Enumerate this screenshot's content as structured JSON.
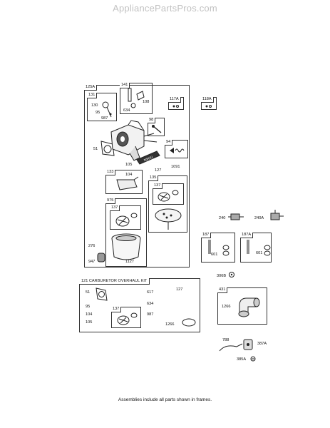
{
  "site": {
    "watermark": "AppliancePartsPros.com"
  },
  "footer": {
    "note": "Assemblies include all parts shown in frames."
  },
  "kit": {
    "title": "121 CARBURETOR OVERHAUL KIT"
  },
  "frames": {
    "f125A": "125A",
    "f131": "131",
    "f141": "141",
    "f117A": "117A",
    "f118A": "118A",
    "f98": "98",
    "f94": "94",
    "f133": "133",
    "f135": "135",
    "f137a": "137",
    "f975": "975",
    "f137b": "137",
    "f187": "187",
    "f187A": "187A",
    "f137c": "137",
    "f431": "431"
  },
  "labels": {
    "l130": "130",
    "l95a": "95",
    "l987a": "987",
    "l634a": "634",
    "l108": "108",
    "l51a": "51",
    "l105a": "105",
    "l127a": "127",
    "l1091": "1091",
    "l104a": "104",
    "l276": "276",
    "l947": "947",
    "l1127": "1127",
    "l240": "240",
    "l240A": "240A",
    "l601a": "601",
    "l601b": "601",
    "l306B": "306B",
    "l51b": "51",
    "l95b": "95",
    "l104b": "104",
    "l105b": "105",
    "l617": "617",
    "l127b": "127",
    "l634b": "634",
    "l987b": "987",
    "l1266a": "1266",
    "l1266b": "1266",
    "l788": "788",
    "l387A": "387A",
    "l385A": "385A"
  }
}
